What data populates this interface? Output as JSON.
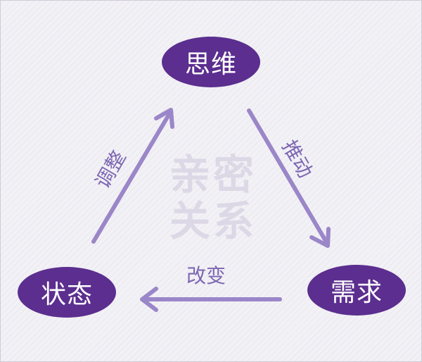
{
  "diagram": {
    "watermark": [
      "亲密",
      "关系"
    ],
    "nodes": {
      "top": "思维",
      "left": "状态",
      "right": "需求"
    },
    "edges": {
      "left_to_top": "调整",
      "top_to_right": "推动",
      "right_to_left": "改变"
    },
    "colors": {
      "node": "#5b2e8f",
      "arrow": "#9a86c8",
      "label": "#7d67b3"
    }
  }
}
